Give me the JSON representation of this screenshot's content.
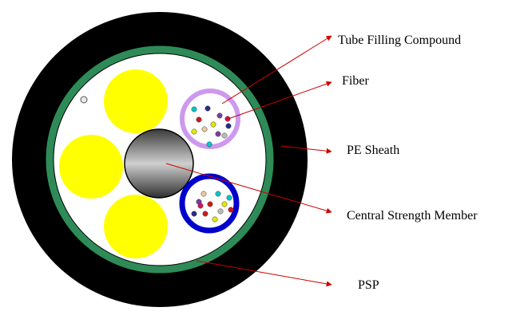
{
  "labels": {
    "tube_filling_compound": "Tube Filling Compound",
    "fiber": "Fiber",
    "pe_sheath": "PE Sheath",
    "central_strength_member": "Central Strength Member",
    "psp": "PSP"
  },
  "colors": {
    "pe_sheath": "#000000",
    "psp": "#2e8b57",
    "core_fill": "#ffffff",
    "filler": "#ffff00",
    "tube_1": "#cc99ee",
    "tube_2": "#0000cc",
    "leader_line": "#cc0000",
    "fiber_colors": [
      "#2b2b8c",
      "#d4145a",
      "#00c8c8",
      "#e8e800",
      "#7a3ea0",
      "#d01818",
      "#f0c8a0",
      "#bdbdbd"
    ]
  }
}
